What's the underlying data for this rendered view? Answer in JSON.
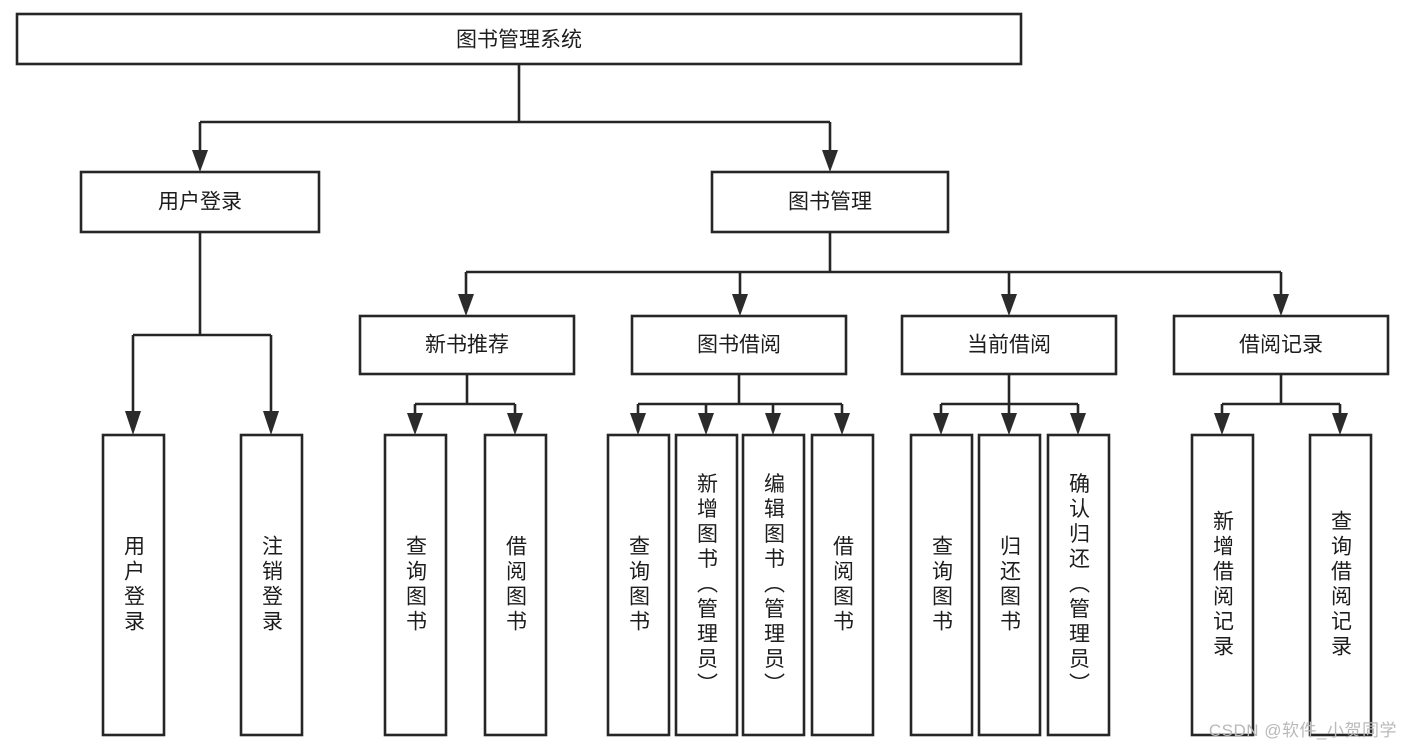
{
  "diagram": {
    "type": "hierarchy-tree",
    "title": "图书管理系统",
    "watermark": "CSDN @软件_小贺同学",
    "colors": {
      "box_stroke": "#262626",
      "box_fill": "#ffffff",
      "text": "#1d1d1d",
      "connector": "#262626",
      "watermark": "#b9b9b9"
    },
    "root": {
      "label": "图书管理系统"
    },
    "level2": [
      {
        "id": "user-login",
        "label": "用户登录"
      },
      {
        "id": "book-management",
        "label": "图书管理"
      }
    ],
    "level3": [
      {
        "id": "new-book-recommend",
        "label": "新书推荐",
        "parent": "book-management"
      },
      {
        "id": "book-borrow",
        "label": "图书借阅",
        "parent": "book-management"
      },
      {
        "id": "current-borrow",
        "label": "当前借阅",
        "parent": "book-management"
      },
      {
        "id": "borrow-record",
        "label": "借阅记录",
        "parent": "book-management"
      }
    ],
    "leaves": {
      "user-login": [
        {
          "id": "leaf-user-login",
          "label": "用户登录"
        },
        {
          "id": "leaf-user-logout",
          "label": "注销登录"
        }
      ],
      "new-book-recommend": [
        {
          "id": "leaf-query-book-1",
          "label": "查询图书"
        },
        {
          "id": "leaf-borrow-book-1",
          "label": "借阅图书"
        }
      ],
      "book-borrow": [
        {
          "id": "leaf-query-book-2",
          "label": "查询图书"
        },
        {
          "id": "leaf-add-book",
          "label": "新增图书（管理员）"
        },
        {
          "id": "leaf-edit-book",
          "label": "编辑图书（管理员）"
        },
        {
          "id": "leaf-borrow-book-2",
          "label": "借阅图书"
        }
      ],
      "current-borrow": [
        {
          "id": "leaf-query-book-3",
          "label": "查询图书"
        },
        {
          "id": "leaf-return-book",
          "label": "归还图书"
        },
        {
          "id": "leaf-confirm-return",
          "label": "确认归还（管理员）"
        }
      ],
      "borrow-record": [
        {
          "id": "leaf-add-record",
          "label": "新增借阅记录"
        },
        {
          "id": "leaf-query-record",
          "label": "查询借阅记录"
        }
      ]
    }
  }
}
